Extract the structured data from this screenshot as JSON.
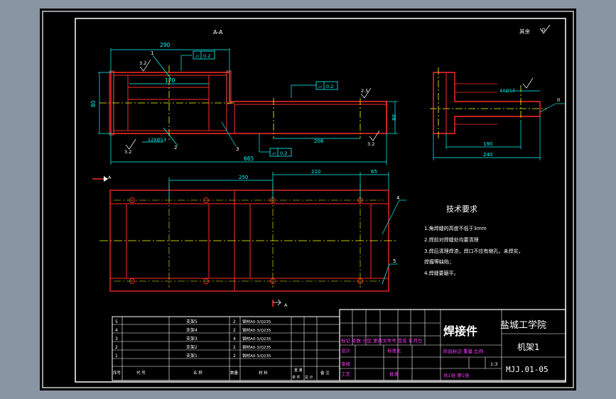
{
  "view_labels": {
    "section": "A-A",
    "arrow_top": "A",
    "arrow_bottom": "A",
    "roughness_other": "其余"
  },
  "dimensions": {
    "d290": "290",
    "d170": "170",
    "d80": "80",
    "d665": "665",
    "d208": "208",
    "d80b": "80",
    "d12x013": "12XØ13",
    "d250": "250",
    "d210": "210",
    "d65": "65",
    "d190": "190",
    "d240": "240",
    "d4x017": "4XØ17",
    "flat02a": "0.2",
    "flat02b": "0.2",
    "flat02c": "0.2",
    "r32": "3.2",
    "r25": "2.5",
    "r32b": "3.2",
    "r32c": "3.2"
  },
  "balloons": {
    "b1": "1",
    "b2": "2",
    "b3": "3",
    "b4": "4",
    "b5": "5",
    "bII": "II"
  },
  "tech": {
    "title": "技术要求",
    "items": [
      "1.角焊缝的高度不低于3mm",
      "2.焊前对焊缝处均要清理",
      "3.焊后清理焊渣，焊口不应有缩孔，未焊实，",
      "焊瘤等缺陷；",
      "4.焊缝要磨平。"
    ]
  },
  "bom": {
    "rows": [
      {
        "no": "5",
        "name": "支架5",
        "qty": "2",
        "material": "钢材A0-3/Q235"
      },
      {
        "no": "4",
        "name": "支架4",
        "qty": "2",
        "material": "钢材A0-3/Q235"
      },
      {
        "no": "3",
        "name": "支架3",
        "qty": "4",
        "material": "钢材A0-3/Q235"
      },
      {
        "no": "2",
        "name": "支架2",
        "qty": "2",
        "material": "钢材A0-3/Q235"
      },
      {
        "no": "1",
        "name": "支架1",
        "qty": "2",
        "material": "钢材A0-3/Q235"
      }
    ],
    "header": {
      "no": "序号",
      "code": "代 号",
      "name": "名 称",
      "qty": "数量",
      "material": "材 料",
      "unit": "单 件",
      "total": "总 计",
      "weight": "重 量",
      "remark": "备 注"
    }
  },
  "title_block": {
    "drawing_name": "焊接件",
    "school": "盐城工学院",
    "part_name": "机架1",
    "drawing_no": "MJJ.01-05",
    "revision_row": "标记 处数 分区 更改文件号 签名 年月日",
    "design": "设计",
    "standard": "标准化",
    "review": "审核",
    "process": "工艺",
    "approve": "批准",
    "stage_row": "阶段标记 重量 比例",
    "scale": "1:3",
    "sheets": "共1张 第1张"
  }
}
